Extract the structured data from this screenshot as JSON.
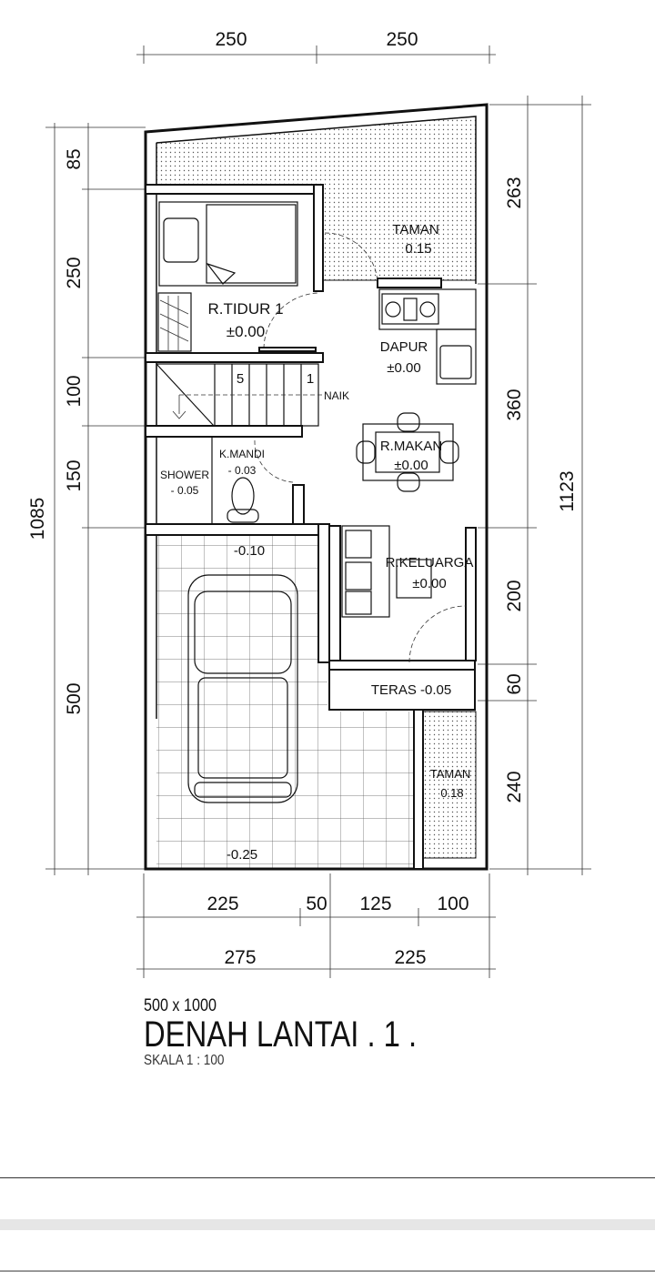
{
  "dimensions": {
    "top": [
      "250",
      "250"
    ],
    "left_total": "1085",
    "left": [
      "85",
      "250",
      "100",
      "150",
      "500"
    ],
    "right_total": "1123",
    "right": [
      "263",
      "360",
      "200",
      "60",
      "240"
    ],
    "bottom_row1": [
      "225",
      "50",
      "125",
      "100"
    ],
    "bottom_row2": [
      "275",
      "225"
    ]
  },
  "rooms": {
    "taman_top": {
      "name": "TAMAN",
      "level": "0.15"
    },
    "tidur": {
      "name": "R.TIDUR 1",
      "level": "±0.00"
    },
    "dapur": {
      "name": "DAPUR",
      "level": "±0.00"
    },
    "stairs": {
      "step_5": "5",
      "step_1": "1",
      "naik": "NAIK"
    },
    "kmandi": {
      "name": "K.MANDI",
      "level": "- 0.03"
    },
    "shower": {
      "name": "SHOWER",
      "level": "- 0.05"
    },
    "makan": {
      "name": "R.MAKAN",
      "level": "±0.00"
    },
    "keluarga": {
      "name": "R.KELUARGA",
      "level": "±0.00"
    },
    "garage_top_level": "-0.10",
    "garage_bottom_level": "-0.25",
    "teras": "TERAS -0.05",
    "taman_bottom": {
      "name": "TAMAN",
      "level": "0.18"
    }
  },
  "title": {
    "size": "500 x 1000",
    "name": "DENAH LANTAI . 1 .",
    "scale": "SKALA  1  :  100"
  }
}
